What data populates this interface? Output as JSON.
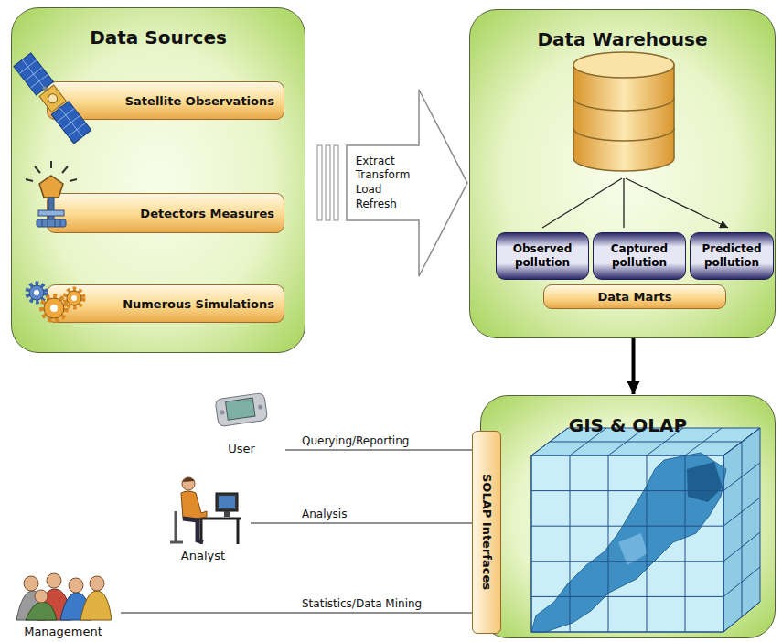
{
  "diagram": {
    "nodes": [
      {
        "text": [
          "Data Sources"
        ]
      },
      {
        "text": [
          "Satellite Observations"
        ],
        "in": 0
      },
      {
        "text": [
          "Detectors Measures"
        ],
        "in": 0
      },
      {
        "text": [
          "Numerous Simulations"
        ],
        "in": 0
      },
      {
        "text": [
          "Data Warehouse"
        ]
      },
      {
        "text": [
          "Observed pollution"
        ],
        "in": 4
      },
      {
        "text": [
          "Captured pollution"
        ],
        "in": 4
      },
      {
        "text": [
          "Predicted pollution"
        ],
        "in": 4
      },
      {
        "text": [
          "Data Marts"
        ],
        "in": 4
      },
      {
        "text": [
          "GIS & OLAP"
        ]
      },
      {
        "text": [
          "SOLAP Interfaces"
        ],
        "in": 9
      },
      {
        "text": [
          "User"
        ]
      },
      {
        "text": [
          "Analyst"
        ]
      },
      {
        "text": [
          "Management"
        ]
      }
    ],
    "edges": [
      {
        "from": 0,
        "to": 4,
        "label": "Extract Transform Load Refresh",
        "arrow": "to"
      },
      {
        "from": 4,
        "to": 9,
        "arrow": "to"
      },
      {
        "from": 11,
        "to": 10,
        "label": "Querying/Reporting",
        "arrow": "none"
      },
      {
        "from": 12,
        "to": 10,
        "label": "Analysis",
        "arrow": "none"
      },
      {
        "from": 13,
        "to": 10,
        "label": "Statistics/Data Mining",
        "arrow": "none"
      }
    ]
  }
}
